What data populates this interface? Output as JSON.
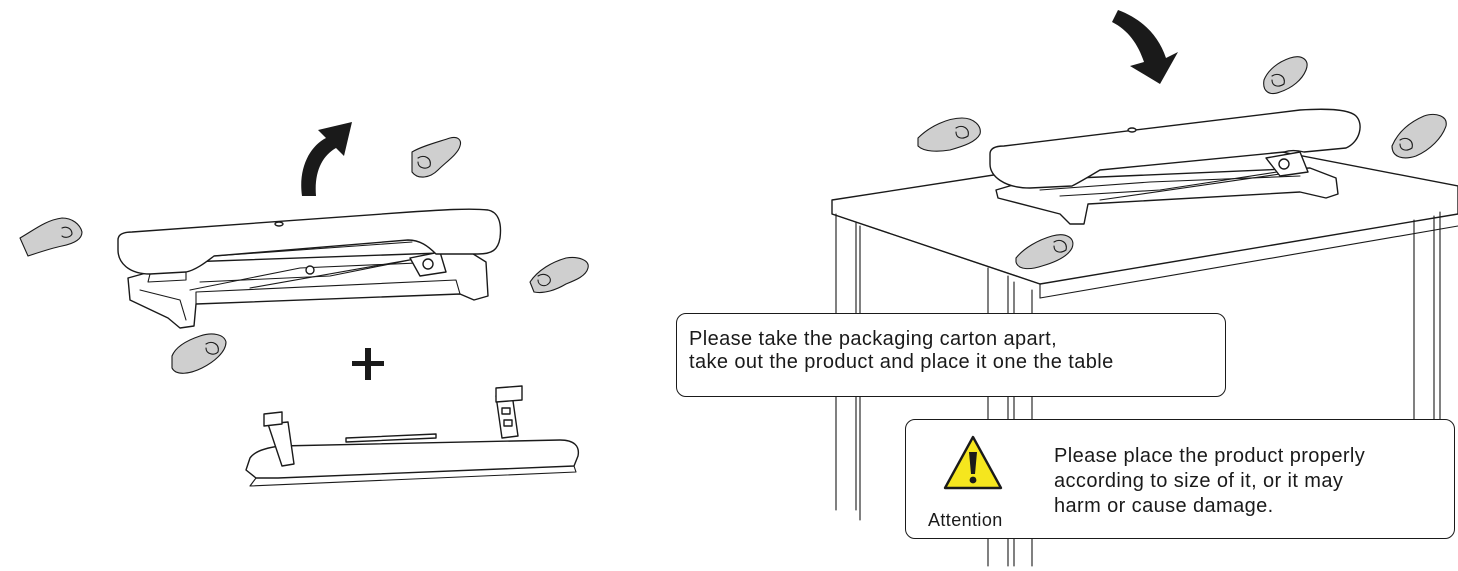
{
  "instruction": {
    "lines": [
      "Please take the packaging carton apart,",
      "take out the product and place it one the table"
    ]
  },
  "attention": {
    "label": "Attention",
    "lines": [
      "Please place the product properly",
      "according to size of it, or it may",
      "harm or cause damage."
    ]
  },
  "icons": {
    "lift_arrow": "curved-arrow-up-icon",
    "place_arrow": "curved-arrow-down-icon",
    "plus": "plus-icon",
    "hands": "hand-icon",
    "warning": "warning-triangle-icon"
  },
  "colors": {
    "warning_fill": "#f5e61e",
    "hand_fill": "#cfcfcf",
    "line": "#1a1a1a"
  }
}
